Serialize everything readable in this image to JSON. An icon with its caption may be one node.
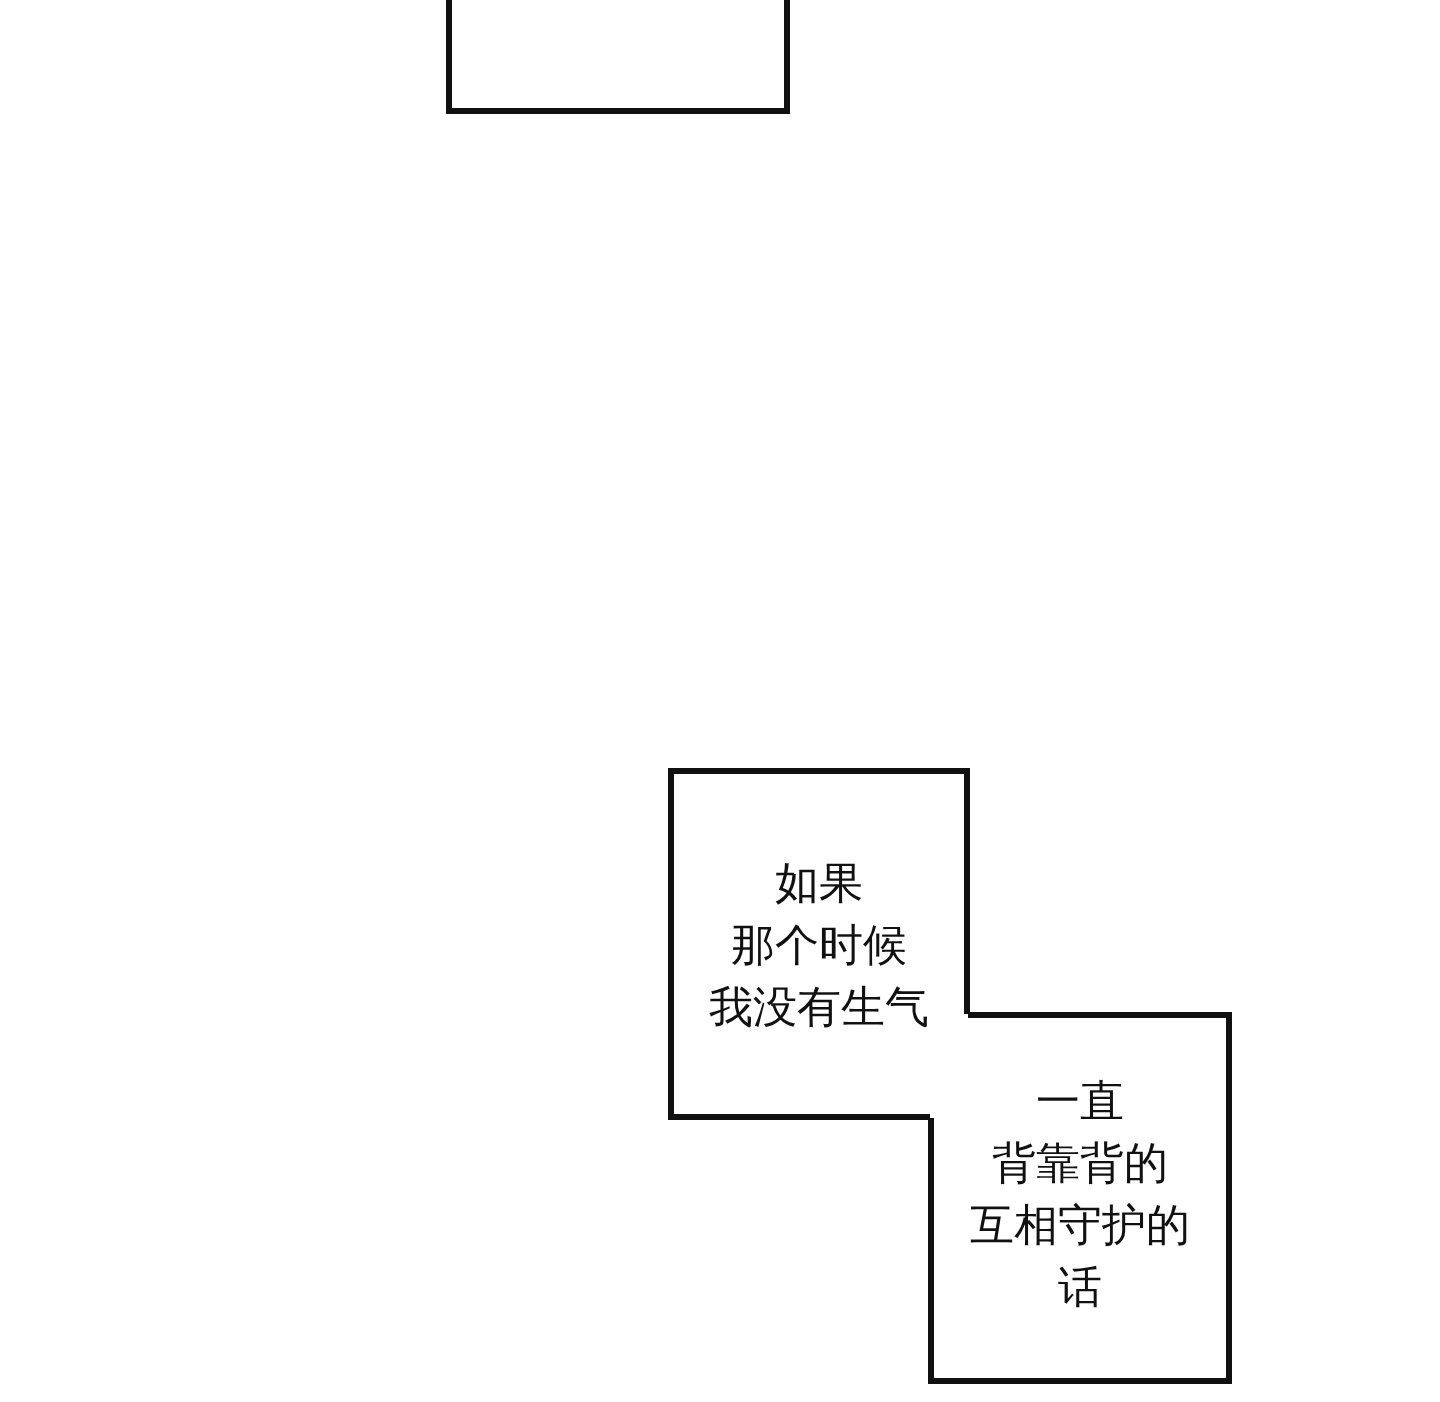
{
  "diagram": {
    "nodes": [
      {
        "text": [],
        "shape": "box"
      },
      {
        "text": [
          "如果那个时候我没有生气"
        ]
      },
      {
        "text": [
          "一直背靠背的互相守护的话"
        ]
      }
    ]
  }
}
